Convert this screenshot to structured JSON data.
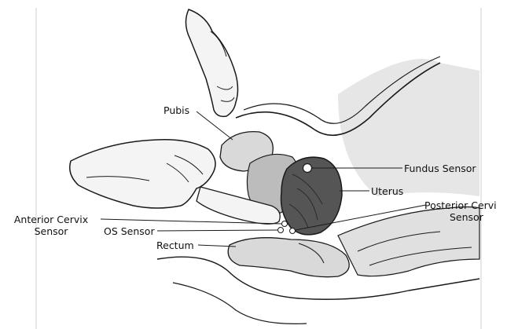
{
  "labels": {
    "pubis": "Pubis",
    "fundus_sensor": "Fundus Sensor",
    "uterus": "Uterus",
    "anterior_cervix_line1": "Anterior Cervix",
    "anterior_cervix_line2": "Sensor",
    "os_sensor": "OS Sensor",
    "rectum": "Rectum",
    "posterior_cervix_line1": "Posterior Cervi",
    "posterior_cervix_line2": "Sensor"
  },
  "colors": {
    "line": "#1a1a1a",
    "tissue_light": "#d9d9d9",
    "tissue_mid": "#bcbcbc",
    "uterus_dark": "#555555",
    "background": "#ffffff"
  }
}
